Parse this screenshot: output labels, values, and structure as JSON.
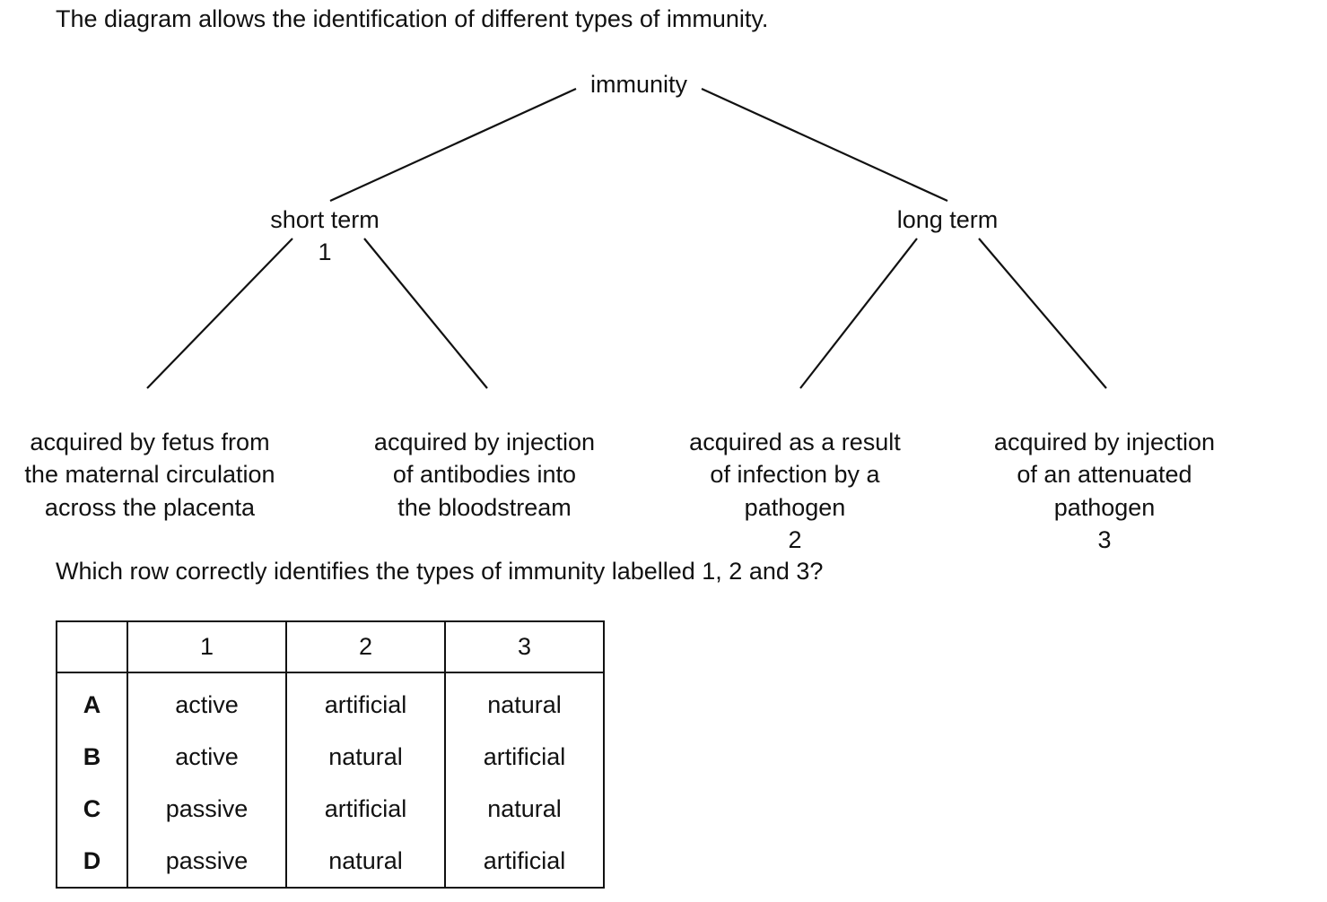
{
  "intro_text": "The diagram allows the identification of different types of immunity.",
  "diagram": {
    "root": {
      "label": "immunity"
    },
    "branches": [
      {
        "label": "short term",
        "number": "1"
      },
      {
        "label": "long term",
        "number": ""
      }
    ],
    "leaves": [
      {
        "text": "acquired by fetus from\nthe maternal circulation\nacross the placenta",
        "number": ""
      },
      {
        "text": "acquired by injection\nof antibodies into\nthe bloodstream",
        "number": ""
      },
      {
        "text": "acquired as a result\nof infection by a\npathogen",
        "number": "2"
      },
      {
        "text": "acquired by injection\nof an attenuated\npathogen",
        "number": "3"
      }
    ]
  },
  "question_text": "Which row correctly identifies the types of immunity labelled 1, 2 and 3?",
  "table": {
    "headers": [
      "",
      "1",
      "2",
      "3"
    ],
    "rows": [
      {
        "key": "A",
        "cells": [
          "active",
          "artificial",
          "natural"
        ]
      },
      {
        "key": "B",
        "cells": [
          "active",
          "natural",
          "artificial"
        ]
      },
      {
        "key": "C",
        "cells": [
          "passive",
          "artificial",
          "natural"
        ]
      },
      {
        "key": "D",
        "cells": [
          "passive",
          "natural",
          "artificial"
        ]
      }
    ]
  }
}
